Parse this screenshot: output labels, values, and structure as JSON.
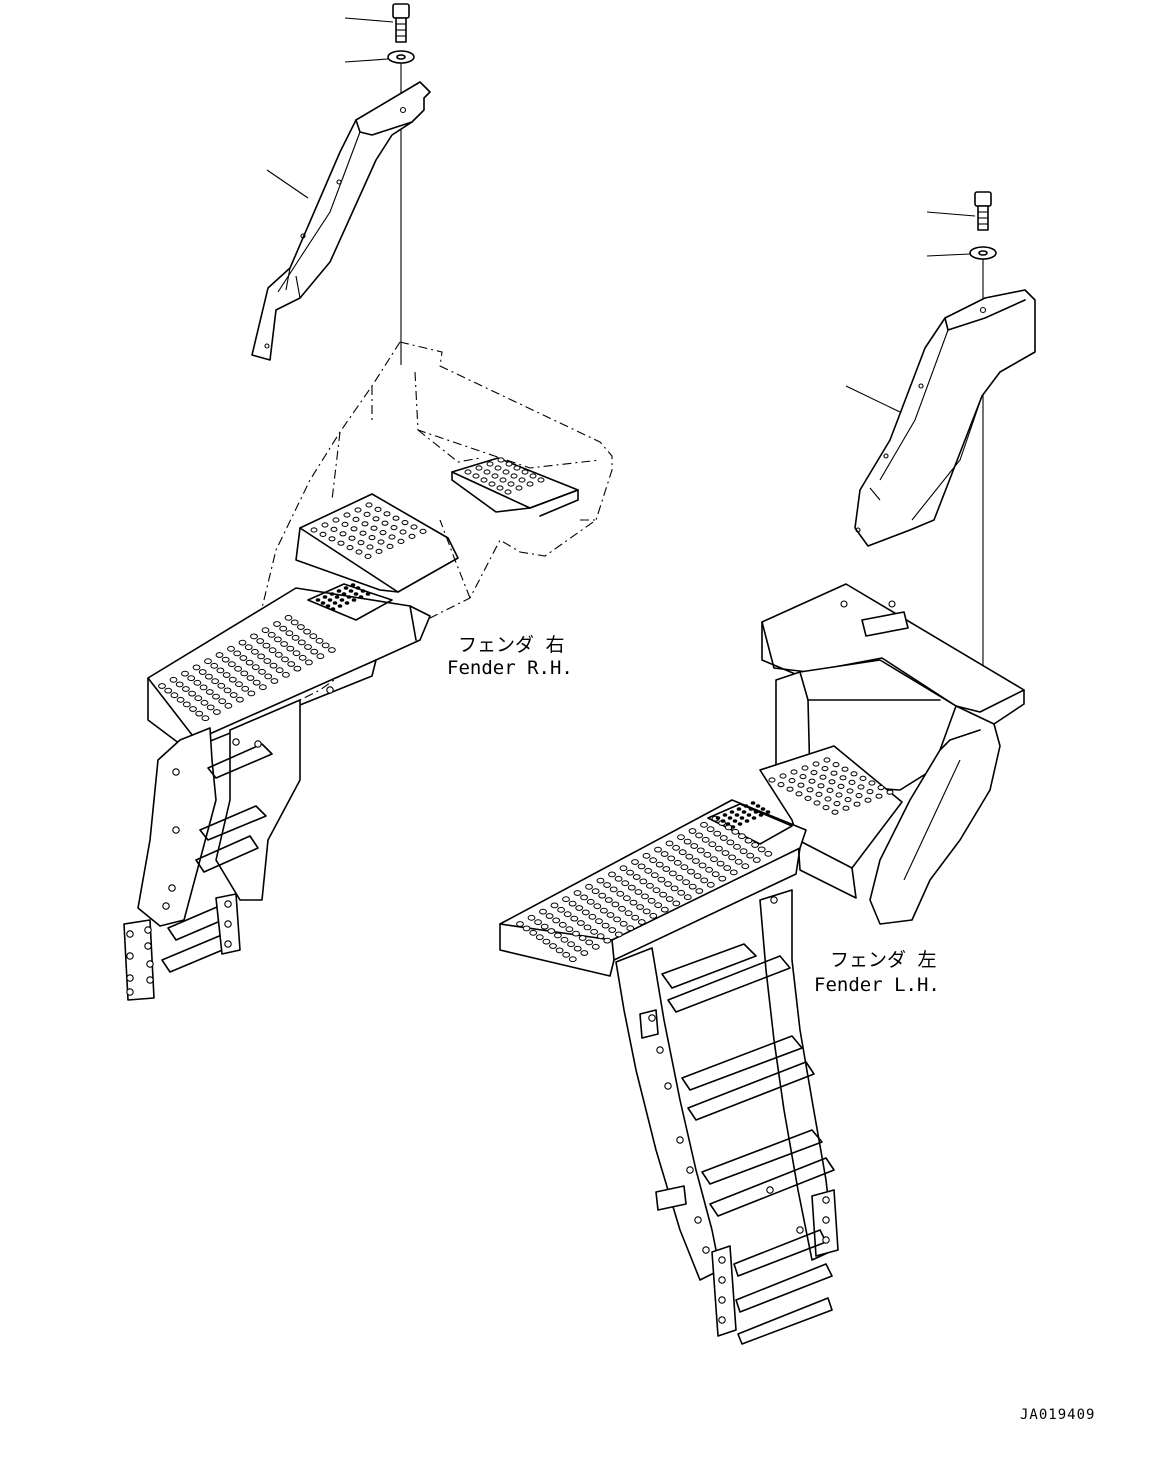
{
  "labels": {
    "right": {
      "jp": "フェンダ 右",
      "en": "Fender R.H."
    },
    "left": {
      "jp": "フェンダ 左",
      "en": "Fender L.H."
    }
  },
  "drawing_code": "JA019409"
}
